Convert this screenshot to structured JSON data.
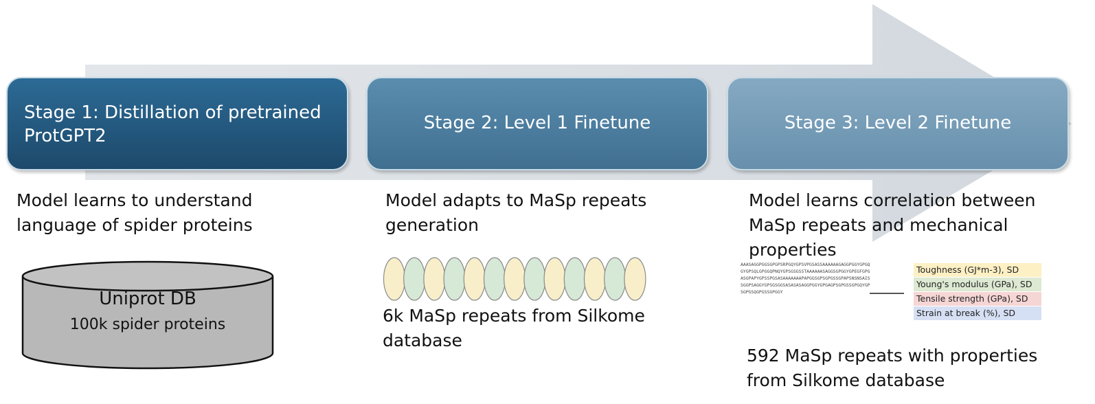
{
  "stages": [
    {
      "label": "Stage 1: Distillation of pretrained\nProtGPT2"
    },
    {
      "label": "Stage 2: Level 1 Finetune"
    },
    {
      "label": "Stage 3: Level 2 Finetune"
    }
  ],
  "descriptions": [
    "Model learns to understand\nlanguage of spider proteins",
    "Model adapts to MaSp repeats\ngeneration",
    "Model learns correlation between\nMaSp repeats and mechanical\nproperties"
  ],
  "database": {
    "title": "Uniprot DB",
    "subtitle": "100k spider proteins"
  },
  "stage2_data": "6k MaSp repeats from Silkome\ndatabase",
  "stage3_data": "592 MaSp repeats with properties\nfrom Silkome database",
  "sequence": "AAASAGGPGGSGPGPSRPGQYGPSVPGSASSAAAAAAGAGGPGGYGPGQGYGPSQLGPGGQPNQYGPSGSGSSTAAAAAASAGGSGPGGYGPEGFGPGASGPAPYGPSSPGSASAAAAAAAPAPGGSGPSGPGSSGPAPSNSNSAISSGGPSAGGYGPSGSGGSASASASAGGPGGYGPGAGPSGPGSSGPGQYGPSGPGSQGPGSSGPGGY",
  "properties": [
    {
      "label": "Toughness (GJ*m-3), SD",
      "color": "#fdf0c4"
    },
    {
      "label": "Young's modulus (GPa), SD",
      "color": "#dde9d2"
    },
    {
      "label": "Tensile strength (GPa), SD",
      "color": "#f6d5d5"
    },
    {
      "label": "Strain at break (%), SD",
      "color": "#d6e0f4"
    }
  ],
  "colors": {
    "bead_a": "#f8efca",
    "bead_b": "#d6e8d6"
  }
}
